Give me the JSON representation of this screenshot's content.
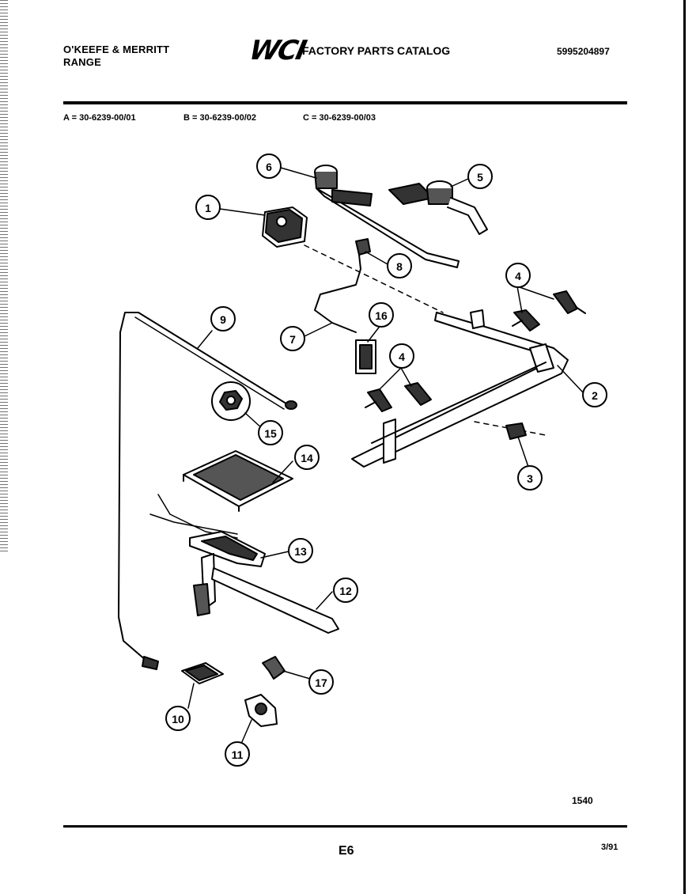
{
  "header": {
    "brand_line1": "O'KEEFE & MERRITT",
    "brand_line2": "RANGE",
    "logo": "WCI",
    "title": "FACTORY PARTS CATALOG",
    "catalog_number": "5995204897"
  },
  "models": [
    {
      "text": "A = 30-6239-00/01"
    },
    {
      "text": "B = 30-6239-00/02"
    },
    {
      "text": "C = 30-6239-00/03"
    }
  ],
  "callouts": [
    {
      "label": "1"
    },
    {
      "label": "2"
    },
    {
      "label": "3"
    },
    {
      "label": "4"
    },
    {
      "label": "4"
    },
    {
      "label": "5"
    },
    {
      "label": "6"
    },
    {
      "label": "7"
    },
    {
      "label": "8"
    },
    {
      "label": "9"
    },
    {
      "label": "10"
    },
    {
      "label": "11"
    },
    {
      "label": "12"
    },
    {
      "label": "13"
    },
    {
      "label": "14"
    },
    {
      "label": "15"
    },
    {
      "label": "16"
    },
    {
      "label": "17"
    }
  ],
  "footer": {
    "figure_number": "1540",
    "page": "E6",
    "date": "3/91"
  }
}
